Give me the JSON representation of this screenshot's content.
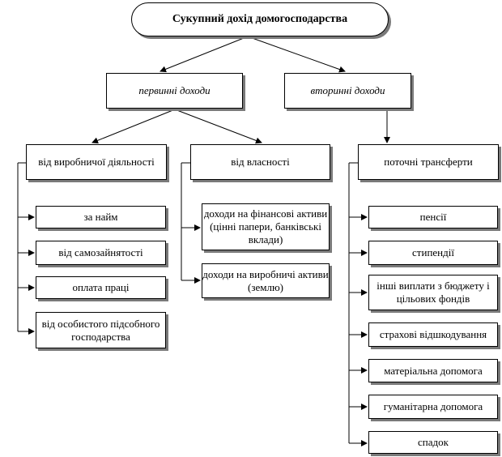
{
  "root": {
    "label": "Сукупний дохід домогосподарства"
  },
  "level1": {
    "primary": "первинні доходи",
    "secondary": "вторинні доходи"
  },
  "level2": {
    "production": "від виробничої діяльності",
    "property": "від власності",
    "transfers": "поточні трансферти"
  },
  "production_items": [
    "за найм",
    "від самозайнятості",
    "оплата праці",
    "від особистого підсобного господарства"
  ],
  "property_items": [
    "доходи на фінансові активи (цінні папери, банківські вклади)",
    "доходи на виробничі активи (землю)"
  ],
  "transfer_items": [
    "пенсії",
    "стипендії",
    "інші виплати з бюджету і цільових фондів",
    "страхові відшкодування",
    "матеріальна допомога",
    "гуманітарна допомога",
    "спадок"
  ]
}
